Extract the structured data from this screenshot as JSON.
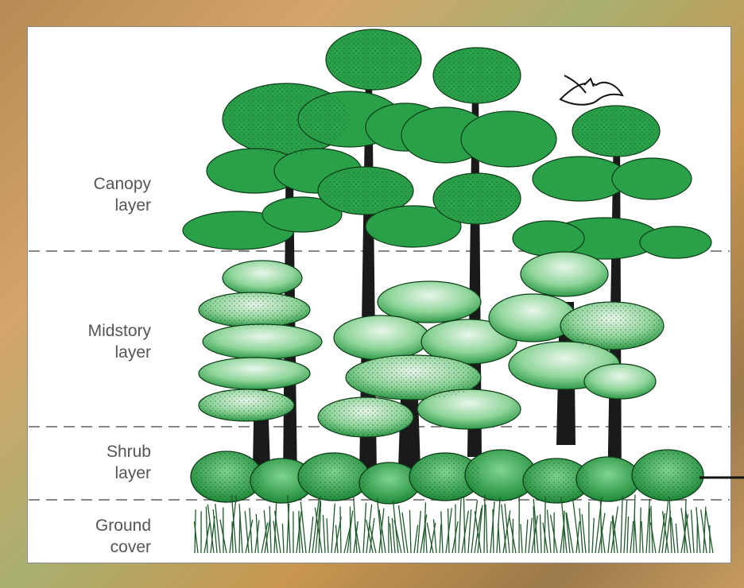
{
  "layers": [
    {
      "line1": "Canopy",
      "line2": "layer"
    },
    {
      "line1": "Midstory",
      "line2": "layer"
    },
    {
      "line1": "Shrub",
      "line2": "layer"
    },
    {
      "line1": "Ground",
      "line2": "cover"
    }
  ],
  "colors": {
    "foliage_dark": "#1f8a3a",
    "foliage_light": "#8fd59a",
    "trunk": "#1a1a1a",
    "dash": "#888888"
  },
  "icons": [
    "bird-icon",
    "pointer-line"
  ]
}
